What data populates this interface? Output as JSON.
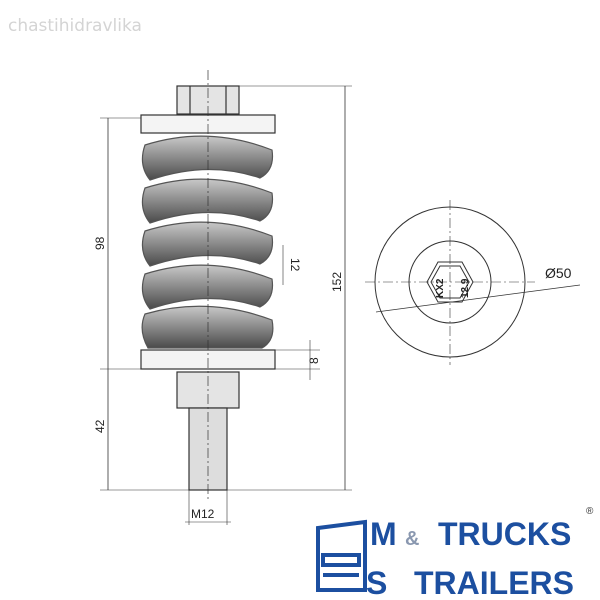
{
  "watermark": "chastihidravlika",
  "dimensions": {
    "height_spring": "98",
    "total_height": "152",
    "bolt_length": "42",
    "plate_thickness": "8",
    "coil_pitch": "12",
    "thread": "M12",
    "diameter": "Ø50",
    "hex_mark_1": "KX2",
    "hex_mark_2": "12.9"
  },
  "logo": {
    "m": "M",
    "s": "S",
    "trucks": "TRUCKS",
    "amp": "&",
    "trailers": "TRAILERS",
    "registered": "®"
  },
  "colors": {
    "logo_blue": "#1c4fa0"
  }
}
